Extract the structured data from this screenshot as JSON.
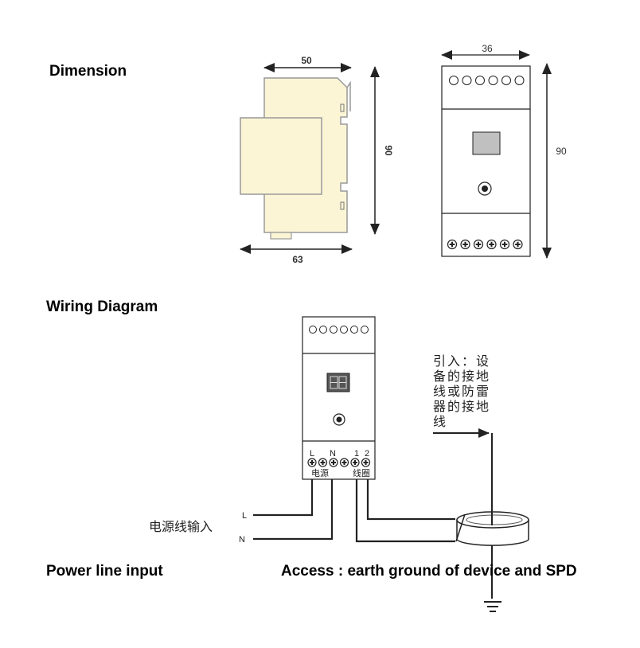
{
  "headings": {
    "dimension": "Dimension",
    "wiring": "Wiring Diagram"
  },
  "dimensions": {
    "side_view": {
      "top_width": "50",
      "height": "90",
      "bottom_width": "63"
    },
    "front_view": {
      "width": "36",
      "height": "90"
    }
  },
  "wiring": {
    "terminal_labels": [
      "L",
      "N",
      "1",
      "2"
    ],
    "power_group_label": "电源",
    "coil_group_label": "线圈",
    "line_L": "L",
    "line_N": "N",
    "power_input_cn": "电源线输入",
    "ground_note_cn": [
      "引入：设",
      "备的接地",
      "线或防雷",
      "器的接地",
      "线"
    ]
  },
  "captions": {
    "power_line_input": "Power line input",
    "access_note": "Access : earth ground of device and SPD"
  },
  "colors": {
    "body_fill": "#fbf5d6",
    "body_stroke": "#999999",
    "display_gray": "#c0c0c0",
    "display_dark": "#555555"
  }
}
